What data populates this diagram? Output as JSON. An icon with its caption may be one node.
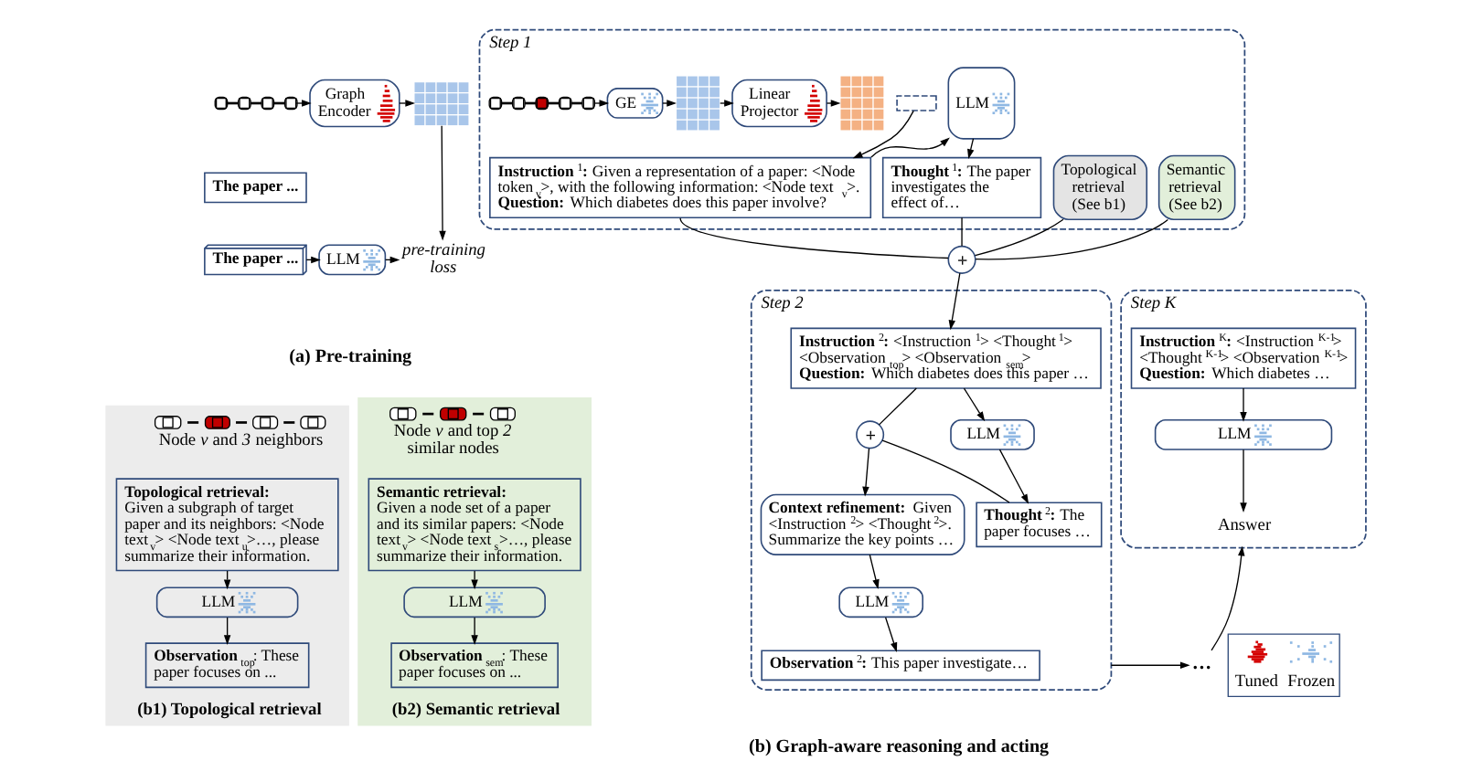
{
  "diagram": {
    "nodes": [
      {
        "text": [],
        "shape": "picture"
      },
      {
        "text": [
          "The paper ..."
        ]
      },
      {
        "text": [
          "Graph Encoder"
        ]
      },
      {
        "text": [],
        "shape": "picture"
      },
      {
        "text": [
          "The paper ..."
        ]
      },
      {
        "text": [
          "LLM"
        ]
      },
      {
        "text": [
          "pre-training loss"
        ]
      },
      {
        "text": [
          "Step 1"
        ]
      },
      {
        "text": [],
        "shape": "picture",
        "in": 7
      },
      {
        "text": [
          "GE"
        ],
        "in": 7
      },
      {
        "text": [],
        "shape": "picture",
        "in": 7
      },
      {
        "text": [
          "Linear Projector"
        ],
        "in": 7
      },
      {
        "text": [],
        "shape": "picture",
        "in": 7
      },
      {
        "text": [],
        "shape": "box",
        "in": 7
      },
      {
        "text": [
          "**Instruction**$^{1}$**:** Given a representation of a paper: <Node token$_{v}$>, with the following information: <Node text$_{v}$>.",
          "**Question:** Which diabetes does this paper involve?"
        ],
        "in": 7
      },
      {
        "text": [
          "LLM"
        ],
        "in": 7
      },
      {
        "text": [
          "**Thought**$^{1}$**:** The paper investigates the effect of…"
        ],
        "in": 7
      },
      {
        "text": [
          "Topological retrieval (See b1)"
        ],
        "in": 7
      },
      {
        "text": [
          "Semantic retrieval (See b2)"
        ],
        "in": 7
      },
      {
        "text": [
          "(b1) Topological retrieval"
        ]
      },
      {
        "text": [],
        "shape": "picture",
        "beside": [
          "Node *v* and *3* neighbors"
        ],
        "in": 19
      },
      {
        "text": [
          "Topological retrieval:",
          "Given a subgraph of target paper and its neighbors: <Node text$_{v}$> <Node text$_{u}$>…, please summarize their information."
        ],
        "in": 19
      },
      {
        "text": [
          "LLM"
        ],
        "in": 19
      },
      {
        "text": [
          "**Observation**$_{top}$: These paper focuses on ..."
        ],
        "in": 19
      },
      {
        "text": [
          "(b2) Semantic retrieval"
        ]
      },
      {
        "text": [],
        "shape": "picture",
        "beside": [
          "Node *v* and top *2* similar nodes"
        ],
        "in": 24
      },
      {
        "text": [
          "Semantic retrieval:",
          "Given a node set of a paper and its similar papers: <Node text$_{v}$> <Node text$_{s}$>…, please summarize their information."
        ],
        "in": 24
      },
      {
        "text": [
          "LLM"
        ],
        "in": 24
      },
      {
        "text": [
          "**Observation**$_{sem}$: These paper focuses on ..."
        ],
        "in": 24
      },
      {
        "text": [],
        "shape": "circle"
      },
      {
        "text": [
          "Step 2"
        ]
      },
      {
        "text": [
          "**Instruction**$^{2}$**:** <Instruction$^{1}$> <Thought$^{1}$> <Observation$_{top}$> <Observation$_{sem}$>",
          "**Question:** Which diabetes does this paper …"
        ],
        "in": 30
      },
      {
        "text": [],
        "shape": "circle",
        "in": 30
      },
      {
        "text": [
          "**Context refinement:** Given <Instruction$^{2}$> <Thought$^{2}$>. Summarize the key points …"
        ],
        "in": 30
      },
      {
        "text": [
          "LLM"
        ],
        "in": 30
      },
      {
        "text": [
          "**Thought**$^{2}$**:** The paper focuses …"
        ],
        "in": 30
      },
      {
        "text": [
          "LLM"
        ],
        "in": 30
      },
      {
        "text": [
          "**Observation**$^{2}$**:** This paper investigate…"
        ],
        "in": 30
      },
      {
        "text": [
          "Step K"
        ]
      },
      {
        "text": [
          "**Instruction**$^{K}$**:** <Instruction$^{K-1}$> <Thought$^{K-1}$> <Observation$^{K-1}$>",
          "**Question:** Which diabetes …"
        ],
        "in": 38
      },
      {
        "text": [
          "LLM"
        ],
        "in": 38
      },
      {
        "text": [
          "Answer"
        ],
        "in": 38
      },
      {
        "text": [
          "…"
        ]
      }
    ],
    "edges": [
      {
        "from": 0,
        "to": 2,
        "arrow": "to"
      },
      {
        "from": 2,
        "to": 3,
        "arrow": "to"
      },
      {
        "from": 3,
        "to": 6,
        "arrow": "to"
      },
      {
        "from": 4,
        "to": 5,
        "arrow": "to"
      },
      {
        "from": 5,
        "to": 6,
        "arrow": "to"
      },
      {
        "from": 8,
        "to": 9,
        "arrow": "to"
      },
      {
        "from": 9,
        "to": 10,
        "arrow": "to"
      },
      {
        "from": 10,
        "to": 11,
        "arrow": "to"
      },
      {
        "from": 11,
        "to": 12,
        "arrow": "to"
      },
      {
        "from": 13,
        "to": 14,
        "arrow": "to"
      },
      {
        "from": 14,
        "to": 15,
        "arrow": "to"
      },
      {
        "from": 15,
        "to": 16,
        "arrow": "to"
      },
      {
        "from": 14,
        "to": 29,
        "arrow": "none"
      },
      {
        "from": 16,
        "to": 29,
        "arrow": "none"
      },
      {
        "from": 17,
        "to": 29,
        "arrow": "none"
      },
      {
        "from": 18,
        "to": 29,
        "arrow": "none"
      },
      {
        "from": 29,
        "to": 31,
        "arrow": "to"
      },
      {
        "from": 21,
        "to": 22,
        "arrow": "to"
      },
      {
        "from": 22,
        "to": 23,
        "arrow": "to"
      },
      {
        "from": 26,
        "to": 27,
        "arrow": "to"
      },
      {
        "from": 27,
        "to": 28,
        "arrow": "to"
      },
      {
        "from": 31,
        "to": 32,
        "arrow": "none"
      },
      {
        "from": 32,
        "to": 33,
        "arrow": "to"
      },
      {
        "from": 31,
        "to": 34,
        "arrow": "to"
      },
      {
        "from": 34,
        "to": 35,
        "arrow": "to"
      },
      {
        "from": 35,
        "to": 32,
        "arrow": "none"
      },
      {
        "from": 33,
        "to": 36,
        "arrow": "to"
      },
      {
        "from": 36,
        "to": 37,
        "arrow": "to"
      },
      {
        "from": 30,
        "to": 42,
        "arrow": "to"
      },
      {
        "from": 42,
        "to": 38,
        "arrow": "to"
      },
      {
        "from": 39,
        "to": 40,
        "arrow": "to"
      },
      {
        "from": 40,
        "to": 41,
        "arrow": "to"
      }
    ],
    "labels": [
      "(a) Pre-training",
      "(b) Graph-aware reasoning and acting"
    ],
    "legend": [
      {
        "text": "Tuned"
      },
      {
        "text": "Frozen"
      }
    ]
  }
}
